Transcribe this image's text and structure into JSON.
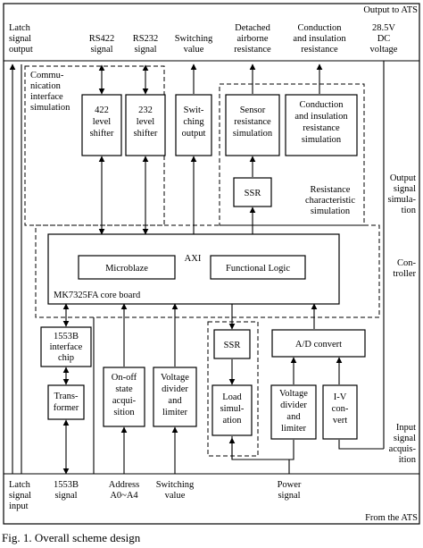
{
  "frame": {
    "top_label": "Output to ATS",
    "bottom_label": "From the ATS"
  },
  "caption": "Fig. 1. Overall scheme design",
  "top_signals": {
    "latch_output": [
      "Latch",
      "signal",
      "output"
    ],
    "rs422": [
      "RS422",
      "signal"
    ],
    "rs232": [
      "RS232",
      "signal"
    ],
    "switching_value": [
      "Switching",
      "value"
    ],
    "detached_airborne": [
      "Detached",
      "airborne",
      "resistance"
    ],
    "conduction_insulation": [
      "Conduction",
      "and insulation",
      "resistance"
    ],
    "dc_voltage": [
      "28.5V",
      "DC",
      "voltage"
    ]
  },
  "bottom_signals": {
    "latch_input": [
      "Latch",
      "signal",
      "input"
    ],
    "s1553b": [
      "1553B",
      "signal"
    ],
    "address": [
      "Address",
      "A0~A4"
    ],
    "switching_value": [
      "Switching",
      "value"
    ],
    "power": [
      "Power",
      "signal"
    ]
  },
  "regions": {
    "communication": [
      "Commu-",
      "nication",
      "interface",
      "simulation"
    ],
    "resistance": [
      "Resistance",
      "characteristic",
      "simulation"
    ],
    "output_signal": [
      "Output",
      "signal",
      "simula-",
      "tion"
    ],
    "controller": [
      "Con-",
      "troller"
    ],
    "input_signal": [
      "Input",
      "signal",
      "acquis-",
      "ition"
    ]
  },
  "blocks": {
    "l422": [
      "422",
      "level",
      "shifter"
    ],
    "l232": [
      "232",
      "level",
      "shifter"
    ],
    "switching_output": [
      "Swit-",
      "ching",
      "output"
    ],
    "sensor_resistance": [
      "Sensor",
      "resistance",
      "simulation"
    ],
    "conduction_sim": [
      "Conduction",
      "and insulation",
      "resistance",
      "simulation"
    ],
    "ssr_top": [
      "SSR"
    ],
    "core_board": [
      "MK7325FA core board"
    ],
    "microblaze": [
      "Microblaze"
    ],
    "axi": [
      "AXI"
    ],
    "functional_logic": [
      "Functional Logic"
    ],
    "interface_1553b": [
      "1553B",
      "interface",
      "chip"
    ],
    "transformer": [
      "Trans-",
      "former"
    ],
    "onoff_state": [
      "On-off",
      "state",
      "acqui-",
      "sition"
    ],
    "voltage_divider_1": [
      "Voltage",
      "divider",
      "and",
      "limiter"
    ],
    "ssr_bottom": [
      "SSR"
    ],
    "load_simulation": [
      "Load",
      "simul-",
      "ation"
    ],
    "ad_convert": [
      "A/D convert"
    ],
    "voltage_divider_2": [
      "Voltage",
      "divider",
      "and",
      "limiter"
    ],
    "iv_convert": [
      "I-V",
      "con-",
      "vert"
    ]
  }
}
